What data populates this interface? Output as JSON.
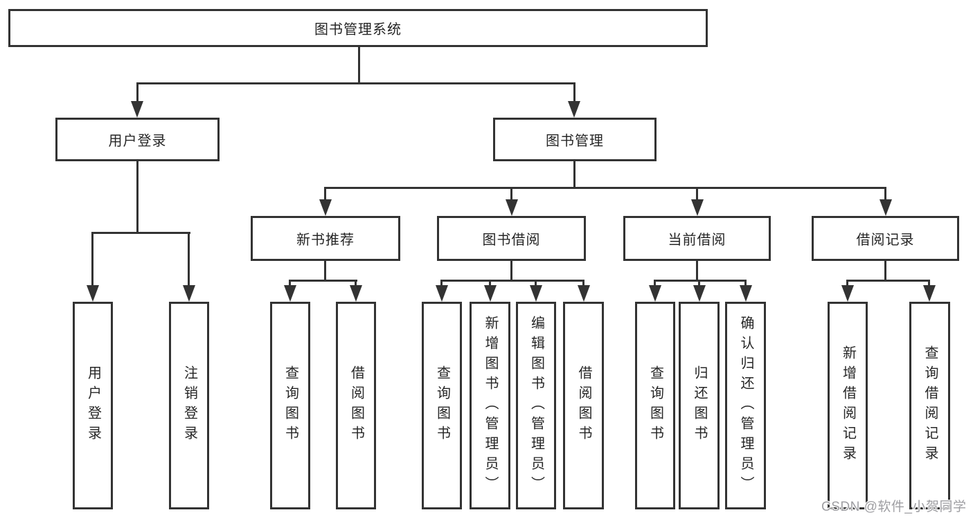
{
  "diagram": {
    "root": "图书管理系统",
    "level2": [
      "用户登录",
      "图书管理"
    ],
    "level3": [
      "新书推荐",
      "图书借阅",
      "当前借阅",
      "借阅记录"
    ],
    "leaves": {
      "user": [
        "用户登录",
        "注销登录"
      ],
      "newbook": [
        "查询图书",
        "借阅图书"
      ],
      "borrow": [
        "查询图书",
        "新增图书（管理员）",
        "编辑图书（管理员）",
        "借阅图书"
      ],
      "current": [
        "查询图书",
        "归还图书",
        "确认归还（管理员）"
      ],
      "records": [
        "新增借阅记录",
        "查询借阅记录"
      ]
    }
  },
  "watermark": "CSDN @软件_小贺同学",
  "colors": {
    "line": "#333333",
    "background": "#ffffff",
    "text": "#262626",
    "watermark": "#9e9ea2"
  }
}
